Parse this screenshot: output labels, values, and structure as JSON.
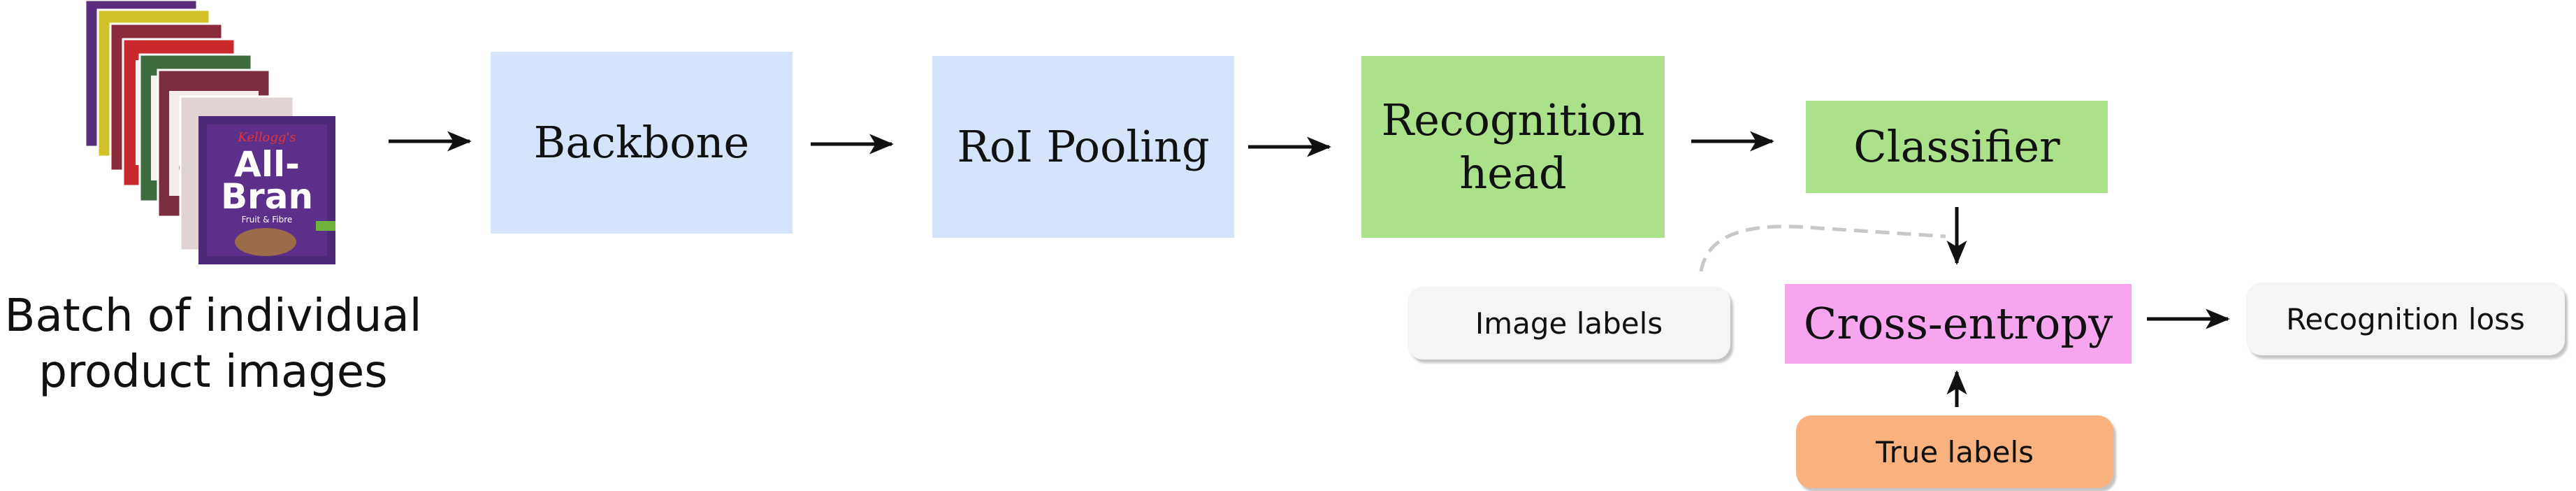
{
  "input": {
    "caption_line1": "Batch of individual",
    "caption_line2": "product images",
    "thumb_brand": "Kellogg's",
    "thumb_name_line1": "All-",
    "thumb_name_line2": "Bran",
    "thumb_sub": "Fruit & Fibre"
  },
  "nodes": {
    "backbone": "Backbone",
    "roi_pooling": "RoI Pooling",
    "recognition_head_line1": "Recognition",
    "recognition_head_line2": "head",
    "classifier": "Classifier",
    "cross_entropy": "Cross-entropy",
    "image_labels": "Image labels",
    "true_labels": "True labels",
    "recognition_loss": "Recognition loss"
  },
  "colors": {
    "blue_box": "#d6e4fb",
    "green_box": "#abe289",
    "pink_box": "#f8a5f0",
    "orange_pill": "#f9b17d",
    "white_pill": "#f5f5f5",
    "arrow": "#111111",
    "dashed": "#c8c8c8"
  }
}
